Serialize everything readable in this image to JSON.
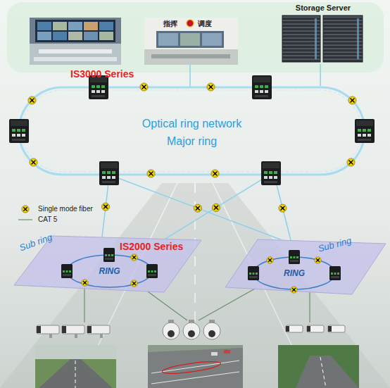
{
  "diagram": {
    "nodes": [
      {
        "text": [
          "Storage Server"
        ]
      },
      {
        "text": [
          "Optical ring network",
          "Major ring"
        ]
      },
      {
        "text": [
          "Sub ring"
        ]
      },
      {
        "text": [
          "RING"
        ],
        "in": 2
      },
      {
        "text": [
          "Sub ring"
        ]
      },
      {
        "text": [
          "RING"
        ],
        "in": 4
      }
    ],
    "edges": [
      {
        "from": 0,
        "to": 1,
        "arrow": "none"
      },
      {
        "from": 1,
        "to": 2,
        "arrow": "none"
      },
      {
        "from": 1,
        "to": 4,
        "arrow": "none"
      },
      {
        "from": 1,
        "to": 2,
        "arrow": "none"
      },
      {
        "from": 1,
        "to": 4,
        "arrow": "none"
      }
    ],
    "labels": [
      "指挥",
      "调度",
      "IS3000 Series",
      "IS2000 Series"
    ],
    "legend": [
      {
        "text": "Single mode fiber"
      },
      {
        "text": "CAT 5"
      }
    ]
  }
}
